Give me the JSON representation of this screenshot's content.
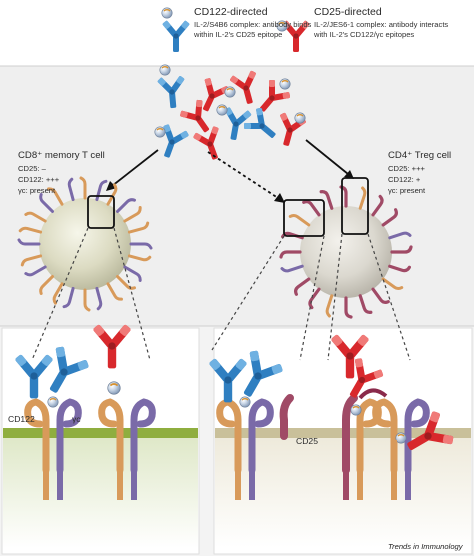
{
  "headings": {
    "cd122_title": "CD122-directed",
    "cd122_desc_line1": "IL-2/S4B6 complex: antibody binds",
    "cd122_desc_line2": "within IL-2's CD25 epitope",
    "cd25_title": "CD25-directed",
    "cd25_desc_line1": "IL-2/JES6-1 complex: antibody interacts",
    "cd25_desc_line2": "with IL-2's CD122/γc epitopes"
  },
  "cells": {
    "cd8": {
      "title": "CD8⁺ memory T cell",
      "cd25": "CD25: –",
      "cd122": "CD122: +++",
      "gamma": "γc: present"
    },
    "cd4": {
      "title": "CD4⁺ Treg cell",
      "cd25": "CD25: +++",
      "cd122": "CD122: +",
      "gamma": "γc: present"
    }
  },
  "receptor_labels": {
    "cd122": "CD122",
    "gamma_c": "γc",
    "cd25": "CD25"
  },
  "brand": "Trends in Immunology",
  "colors": {
    "antibody_blue": "#2f7fc1",
    "antibody_red": "#d8282c",
    "cell_sphere": "#e3e2c8",
    "cd122_orange": "#d89a5a",
    "gamma_purple": "#7a6aa8",
    "cd25_maroon": "#a04a66",
    "membrane_green": "#8fae3f",
    "panel_gray": "#efefef"
  }
}
